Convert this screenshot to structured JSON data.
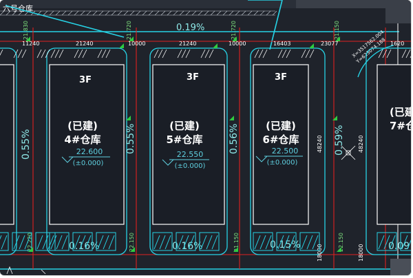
{
  "header": {
    "title_fragment": "六号仓库"
  },
  "top_slope": "0.19%",
  "top_dims": [
    "21240",
    "10000",
    "21240",
    "10000",
    "16403",
    "23077"
  ],
  "edge_dims": [
    "11240",
    "1620"
  ],
  "corner_marks": {
    "top": [
      "21.830",
      "21.720",
      "21.720",
      "21.150"
    ],
    "bottom": [
      "22.220",
      "22.150",
      "21.150",
      "22.150"
    ]
  },
  "warehouses": [
    {
      "floors": "3F",
      "status": "(已建)",
      "name": "4#仓库",
      "elevation": "22.600",
      "base": "(±0.000)",
      "bottom_slope": "0.16%"
    },
    {
      "floors": "3F",
      "status": "(已建)",
      "name": "5#仓库",
      "elevation": "22.550",
      "base": "(±0.000)",
      "bottom_slope": "0.16%"
    },
    {
      "floors": "3F",
      "status": "(已建)",
      "name": "6#仓库",
      "elevation": "22.500",
      "base": "(±0.000)",
      "bottom_slope": "0.15%"
    },
    {
      "status": "(已建)",
      "name": "7#仓",
      "bottom_slope": "0.09"
    }
  ],
  "gap_slopes": [
    "0.55%",
    "0.55%",
    "0.56%",
    "0.59%"
  ],
  "dimensions": {
    "vertical_right": "48240",
    "vertical_left_edge": "48240",
    "bottom_right_a": "18000",
    "bottom_right_b": "18000"
  },
  "coordinates": {
    "x": "X=3517562.004",
    "y": "Y=623074.188"
  }
}
